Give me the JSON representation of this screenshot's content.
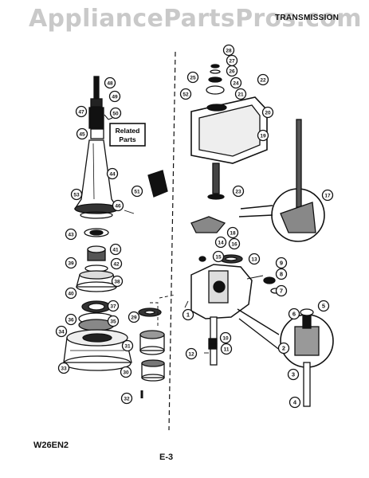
{
  "watermark": "AppliancePartsPros.com",
  "section_title": "TRANSMISSION",
  "model_code": "W26EN2",
  "page_number": "E-3",
  "related_parts_label": [
    "Related",
    "Parts"
  ],
  "callouts": [
    "1",
    "2",
    "3",
    "4",
    "5",
    "6",
    "7",
    "8",
    "9",
    "10",
    "11",
    "12",
    "13",
    "14",
    "15",
    "16",
    "17",
    "18",
    "19",
    "20",
    "21",
    "22",
    "23",
    "24",
    "25",
    "26",
    "27",
    "28",
    "29",
    "30",
    "31",
    "32",
    "33",
    "34",
    "35",
    "36",
    "37",
    "38",
    "39",
    "40",
    "41",
    "42",
    "43",
    "44",
    "45",
    "46",
    "47",
    "48",
    "49",
    "50",
    "51",
    "52",
    "53"
  ],
  "colors": {
    "ink": "#111111",
    "watermark": "#c9c9c9",
    "background": "#ffffff"
  }
}
